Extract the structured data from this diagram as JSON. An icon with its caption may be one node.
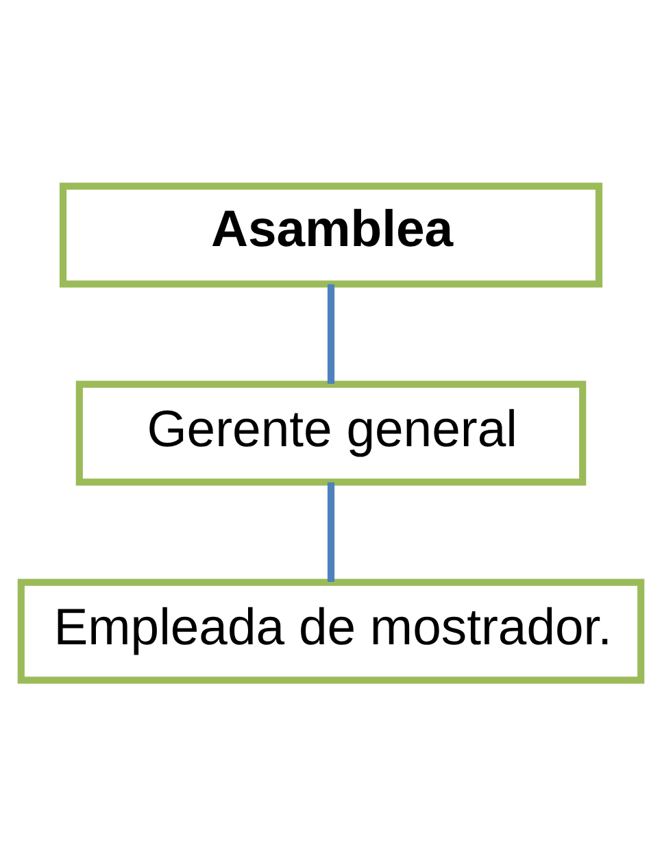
{
  "diagram": {
    "nodes": [
      {
        "text": [
          "Asamblea"
        ]
      },
      {
        "text": [
          "Gerente general"
        ]
      },
      {
        "text": [
          "Empleada de mostrador."
        ]
      }
    ],
    "edges": [
      {
        "from": 0,
        "to": 1,
        "arrow": "none",
        "color": "#4f81bd"
      },
      {
        "from": 1,
        "to": 2,
        "arrow": "none",
        "color": "#4f81bd"
      }
    ]
  }
}
